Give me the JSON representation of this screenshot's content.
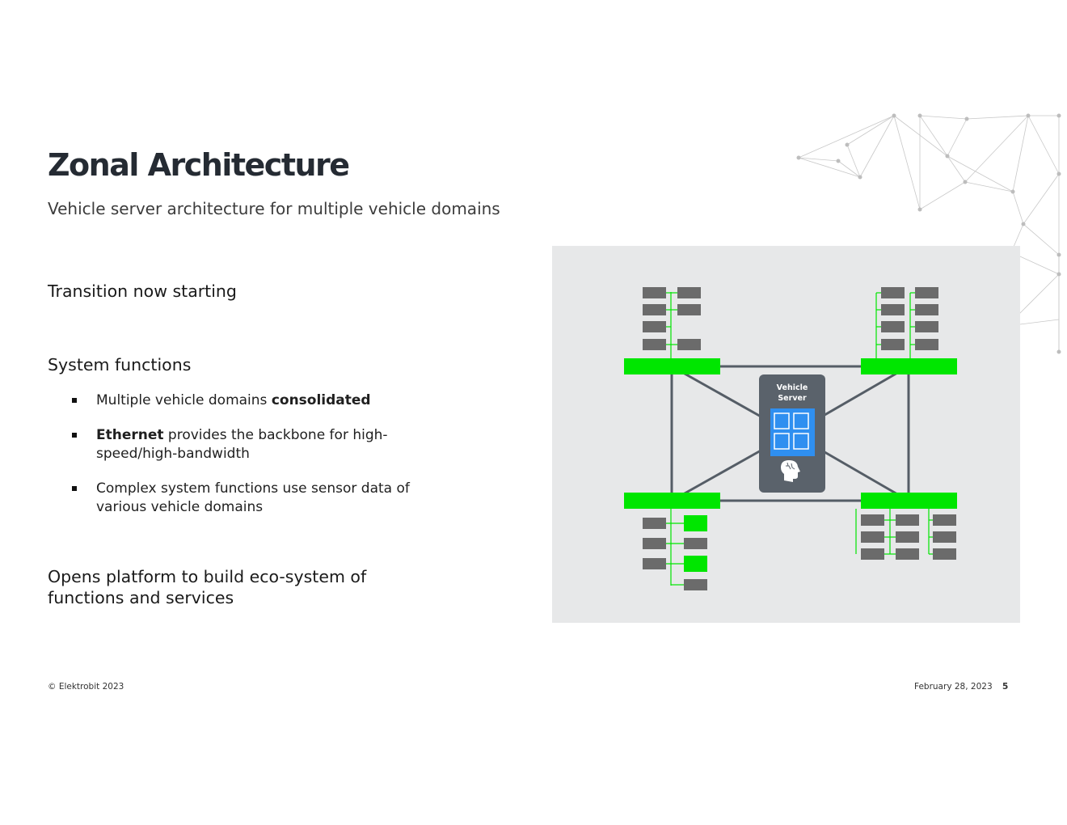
{
  "slide": {
    "title": "Zonal Architecture",
    "subtitle": "Vehicle server architecture for multiple vehicle domains",
    "transition": "Transition now starting",
    "system_functions": "System functions",
    "bullets": [
      {
        "pre": "Multiple vehicle domains ",
        "bold": "consolidated",
        "post": ""
      },
      {
        "pre": "",
        "bold": "Ethernet",
        "post": " provides the backbone for high-speed/high-bandwidth"
      },
      {
        "pre": "",
        "bold": "",
        "post": "Complex system functions use sensor data of various vehicle domains"
      }
    ],
    "opens_platform": "Opens platform to build eco-system of functions and services"
  },
  "diagram": {
    "server_label_line1": "Vehicle",
    "server_label_line2": "Server",
    "colors": {
      "zone": "#00e600",
      "ecu": "#6b6b6b",
      "link": "#555d66",
      "server": "#5a626b",
      "chip": "#2f8ff0",
      "background": "#e7e8e9"
    }
  },
  "footer": {
    "copyright": "© Elektrobit 2023",
    "date": "February 28, 2023",
    "page": "5"
  }
}
